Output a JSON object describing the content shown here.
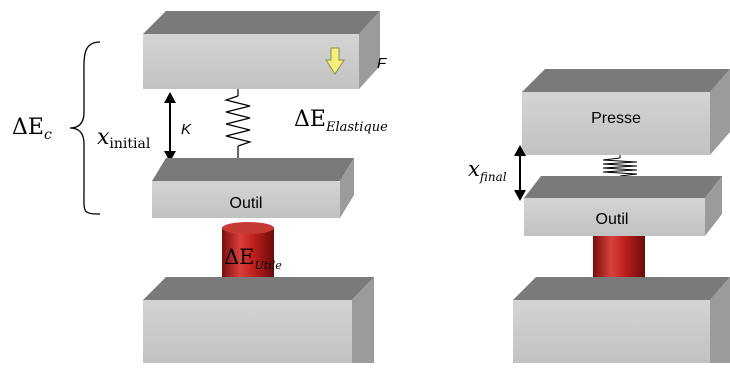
{
  "labels": {
    "delta_ec_main": "ΔE",
    "delta_ec_sub": "c",
    "x_initial_main": "x",
    "x_initial_sub": "initial",
    "k_label": "K",
    "force_label": "F",
    "delta_el_main": "ΔE",
    "delta_el_sub": "Elastique",
    "outil_left": "Outil",
    "delta_utile_main": "ΔE",
    "delta_utile_sub": "Utile",
    "presse_label": "Presse",
    "x_final_main": "x",
    "x_final_sub": "final",
    "outil_right": "Outil"
  },
  "colors": {
    "block_front": "#c8c8c8",
    "block_top": "#7a7a7a",
    "block_side": "#9b9b9b",
    "cylinder_red": "#c0201e",
    "arrow_fill": "#f6f07a",
    "arrow_stroke": "#8a8a4a"
  }
}
